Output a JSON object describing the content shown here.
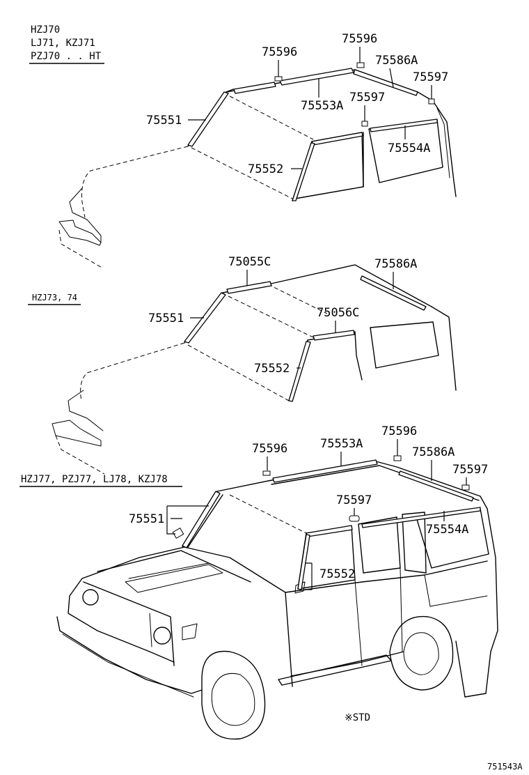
{
  "models": {
    "group1": [
      "HZJ70",
      "LJ71, KZJ71",
      "PZJ70 . . HT"
    ],
    "group2": [
      "HZJ73, 74"
    ],
    "group3": [
      "HZJ77, PZJ77, LJ78, KZJ78"
    ]
  },
  "vehicle1": {
    "callouts": [
      "75596",
      "75596",
      "75586A",
      "75597",
      "75597",
      "75553A",
      "75551",
      "75552",
      "75554A"
    ]
  },
  "vehicle2": {
    "callouts": [
      "75055C",
      "75586A",
      "75551",
      "75056C",
      "75552"
    ]
  },
  "vehicle3": {
    "callouts": [
      "75596",
      "75553A",
      "75596",
      "75586A",
      "75597",
      "75597",
      "75554A",
      "75551",
      "75552"
    ]
  },
  "footnotes": {
    "std": "※STD",
    "diagram_id": "751543A"
  }
}
